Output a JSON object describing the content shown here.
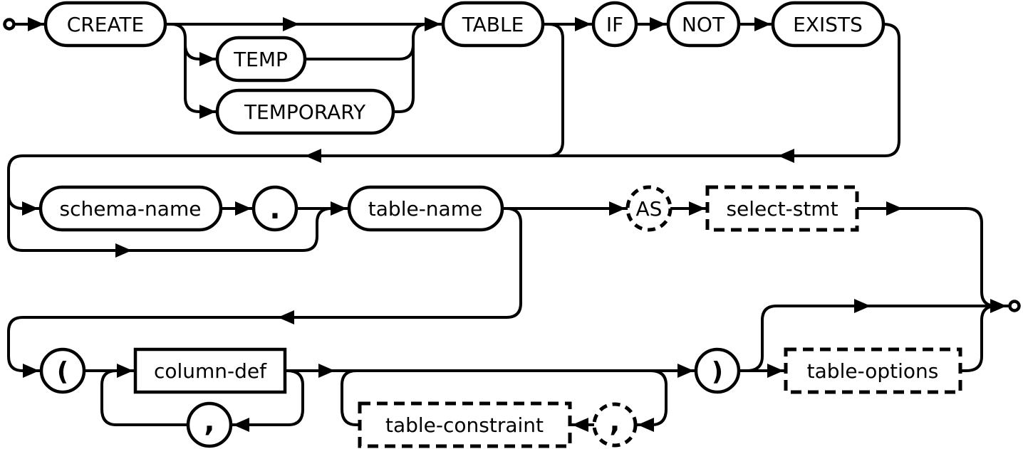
{
  "diagram": {
    "colors": {
      "line": "#000000",
      "background": "#ffffff",
      "text": "#000000"
    },
    "nodes": {
      "create": {
        "label": "CREATE"
      },
      "temp": {
        "label": "TEMP"
      },
      "temporary": {
        "label": "TEMPORARY"
      },
      "table": {
        "label": "TABLE"
      },
      "if": {
        "label": "IF"
      },
      "not": {
        "label": "NOT"
      },
      "exists": {
        "label": "EXISTS"
      },
      "schema_name": {
        "label": "schema-name"
      },
      "dot": {
        "label": "."
      },
      "table_name": {
        "label": "table-name"
      },
      "as": {
        "label": "AS"
      },
      "select_stmt": {
        "label": "select-stmt"
      },
      "lparen": {
        "label": "("
      },
      "column_def": {
        "label": "column-def"
      },
      "comma1": {
        "label": ","
      },
      "table_constraint": {
        "label": "table-constraint"
      },
      "comma2": {
        "label": ","
      },
      "rparen": {
        "label": ")"
      },
      "table_options": {
        "label": "table-options"
      }
    }
  }
}
